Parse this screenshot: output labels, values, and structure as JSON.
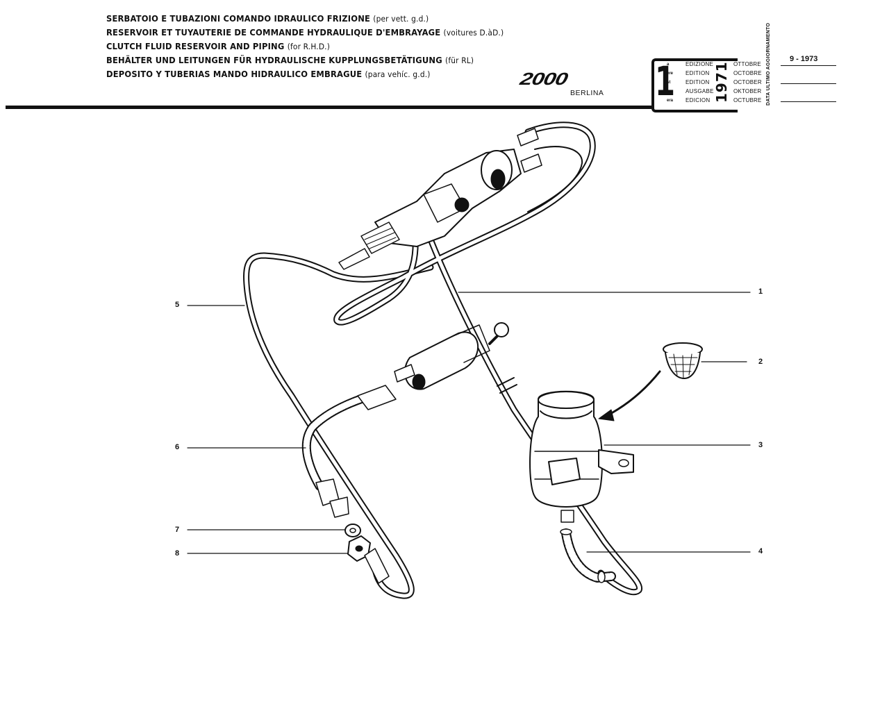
{
  "titles": [
    {
      "text": "SERBATOIO E TUBAZIONI COMANDO IDRAULICO FRIZIONE",
      "note": "(per vett. g.d.)"
    },
    {
      "text": "RESERVOIR ET TUYAUTERIE DE COMMANDE HYDRAULIQUE D'EMBRAYAGE",
      "note": "(voitures D.àD.)"
    },
    {
      "text": "CLUTCH FLUID RESERVOIR AND PIPING",
      "note": "(for R.H.D.)"
    },
    {
      "text": "BEHÄLTER UND LEITUNGEN FÜR HYDRAULISCHE KUPPLUNGSBETÄTIGUNG",
      "note": "(für RL)"
    },
    {
      "text": "DEPOSITO Y TUBERIAS MANDO HIDRAULICO EMBRAGUE",
      "note": "(para vehíc. g.d.)"
    }
  ],
  "logo": "2000",
  "model": "BERLINA",
  "edition": {
    "number": "1",
    "year": "1971",
    "rows": [
      {
        "sup": "a",
        "word": "EDIZIONE",
        "month": "OTTOBRE"
      },
      {
        "sup": "ère",
        "word": "EDITION",
        "month": "OCTOBRE"
      },
      {
        "sup": "st",
        "word": "EDITION",
        "month": "OCTOBER"
      },
      {
        "sup": ".",
        "word": "AUSGABE",
        "month": "OKTOBER"
      },
      {
        "sup": "era",
        "word": "EDICION",
        "month": "OCTUBRE"
      }
    ],
    "last_update_label": "DATA ULTIMO AGGIORNAMENTO",
    "last_update": "9 - 1973"
  },
  "callouts": [
    "1",
    "2",
    "3",
    "4",
    "5",
    "6",
    "7",
    "8"
  ]
}
